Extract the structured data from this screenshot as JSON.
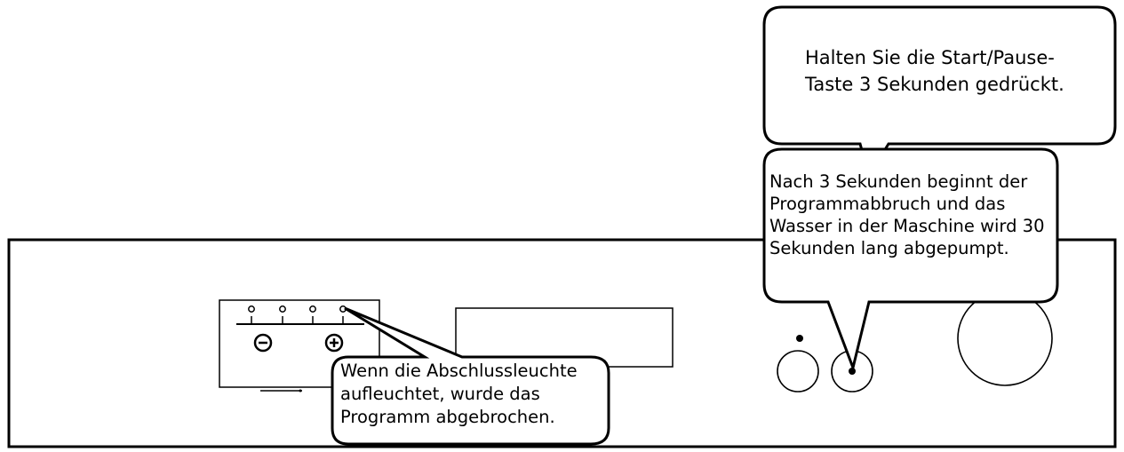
{
  "callouts": {
    "start_pause": {
      "lines": [
        "Halten Sie die Start/Pause-",
        "Taste 3 Sekunden gedrückt."
      ]
    },
    "drain": {
      "lines": [
        "Nach 3 Sekunden beginnt der",
        "Programmabbruch und das",
        "Wasser in der Maschine wird 30",
        "Sekunden lang abgepumpt."
      ]
    },
    "end_light": {
      "lines": [
        "Wenn die Abschlussleuchte",
        "aufleuchtet, wurde das",
        "Programm abgebrochen."
      ]
    }
  },
  "icons": {
    "minus_button": "minus-circle-icon",
    "plus_button": "plus-circle-icon"
  },
  "colors": {
    "stroke": "#000000",
    "background": "#ffffff"
  }
}
